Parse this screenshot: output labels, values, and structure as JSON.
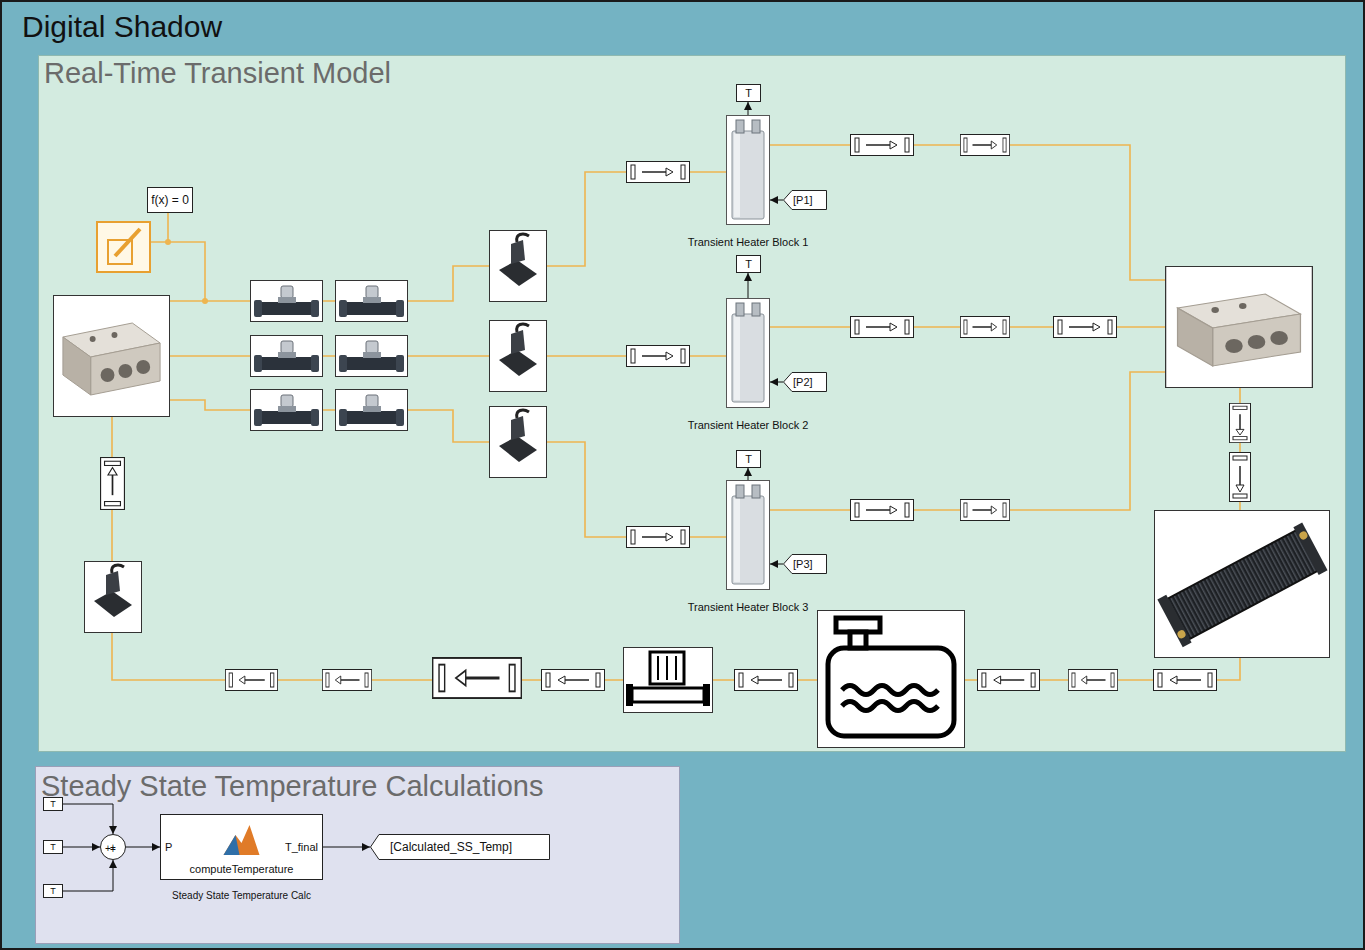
{
  "diagram": {
    "nodes": [
      {
        "text": [
          "Digital Shadow"
        ]
      },
      {
        "text": [
          "Real-Time Transient Model"
        ],
        "in": 0
      },
      {
        "text": [
          "f(x) = 0"
        ],
        "in": 1
      },
      {
        "text": [
          "T"
        ],
        "in": 1
      },
      {
        "text": [
          "Transient Heater Block 1"
        ],
        "in": 1
      },
      {
        "text": [
          "[P1]"
        ],
        "in": 1
      },
      {
        "text": [
          "T"
        ],
        "in": 1
      },
      {
        "text": [
          "Transient Heater Block 2"
        ],
        "in": 1
      },
      {
        "text": [
          "[P2]"
        ],
        "in": 1
      },
      {
        "text": [
          "T"
        ],
        "in": 1
      },
      {
        "text": [
          "Transient Heater Block 3"
        ],
        "in": 1
      },
      {
        "text": [
          "[P3]"
        ],
        "in": 1
      },
      {
        "text": [
          "Steady State Temperature Calculations"
        ],
        "in": 0
      },
      {
        "text": [
          "T"
        ],
        "in": 12
      },
      {
        "text": [
          "T"
        ],
        "in": 12
      },
      {
        "text": [
          "T"
        ],
        "in": 12
      },
      {
        "text": [
          "+",
          "+",
          "+"
        ],
        "in": 12
      },
      {
        "text": [
          "P",
          "T_final",
          "computeTemperature",
          "Steady State Temperature Calc"
        ],
        "in": 12
      },
      {
        "text": [
          "[Calculated_SS_Temp]"
        ],
        "in": 12
      }
    ],
    "edges": [
      {
        "from": 4,
        "to": 3,
        "arrow": "to"
      },
      {
        "from": 5,
        "to": 4,
        "arrow": "to"
      },
      {
        "from": 7,
        "to": 6,
        "arrow": "to"
      },
      {
        "from": 8,
        "to": 7,
        "arrow": "to"
      },
      {
        "from": 10,
        "to": 9,
        "arrow": "to"
      },
      {
        "from": 11,
        "to": 10,
        "arrow": "to"
      },
      {
        "from": 13,
        "to": 16,
        "arrow": "to"
      },
      {
        "from": 14,
        "to": 16,
        "arrow": "to"
      },
      {
        "from": 15,
        "to": 16,
        "arrow": "to"
      },
      {
        "from": 16,
        "to": 17,
        "arrow": "to"
      },
      {
        "from": 17,
        "to": 18,
        "arrow": "to"
      }
    ]
  }
}
